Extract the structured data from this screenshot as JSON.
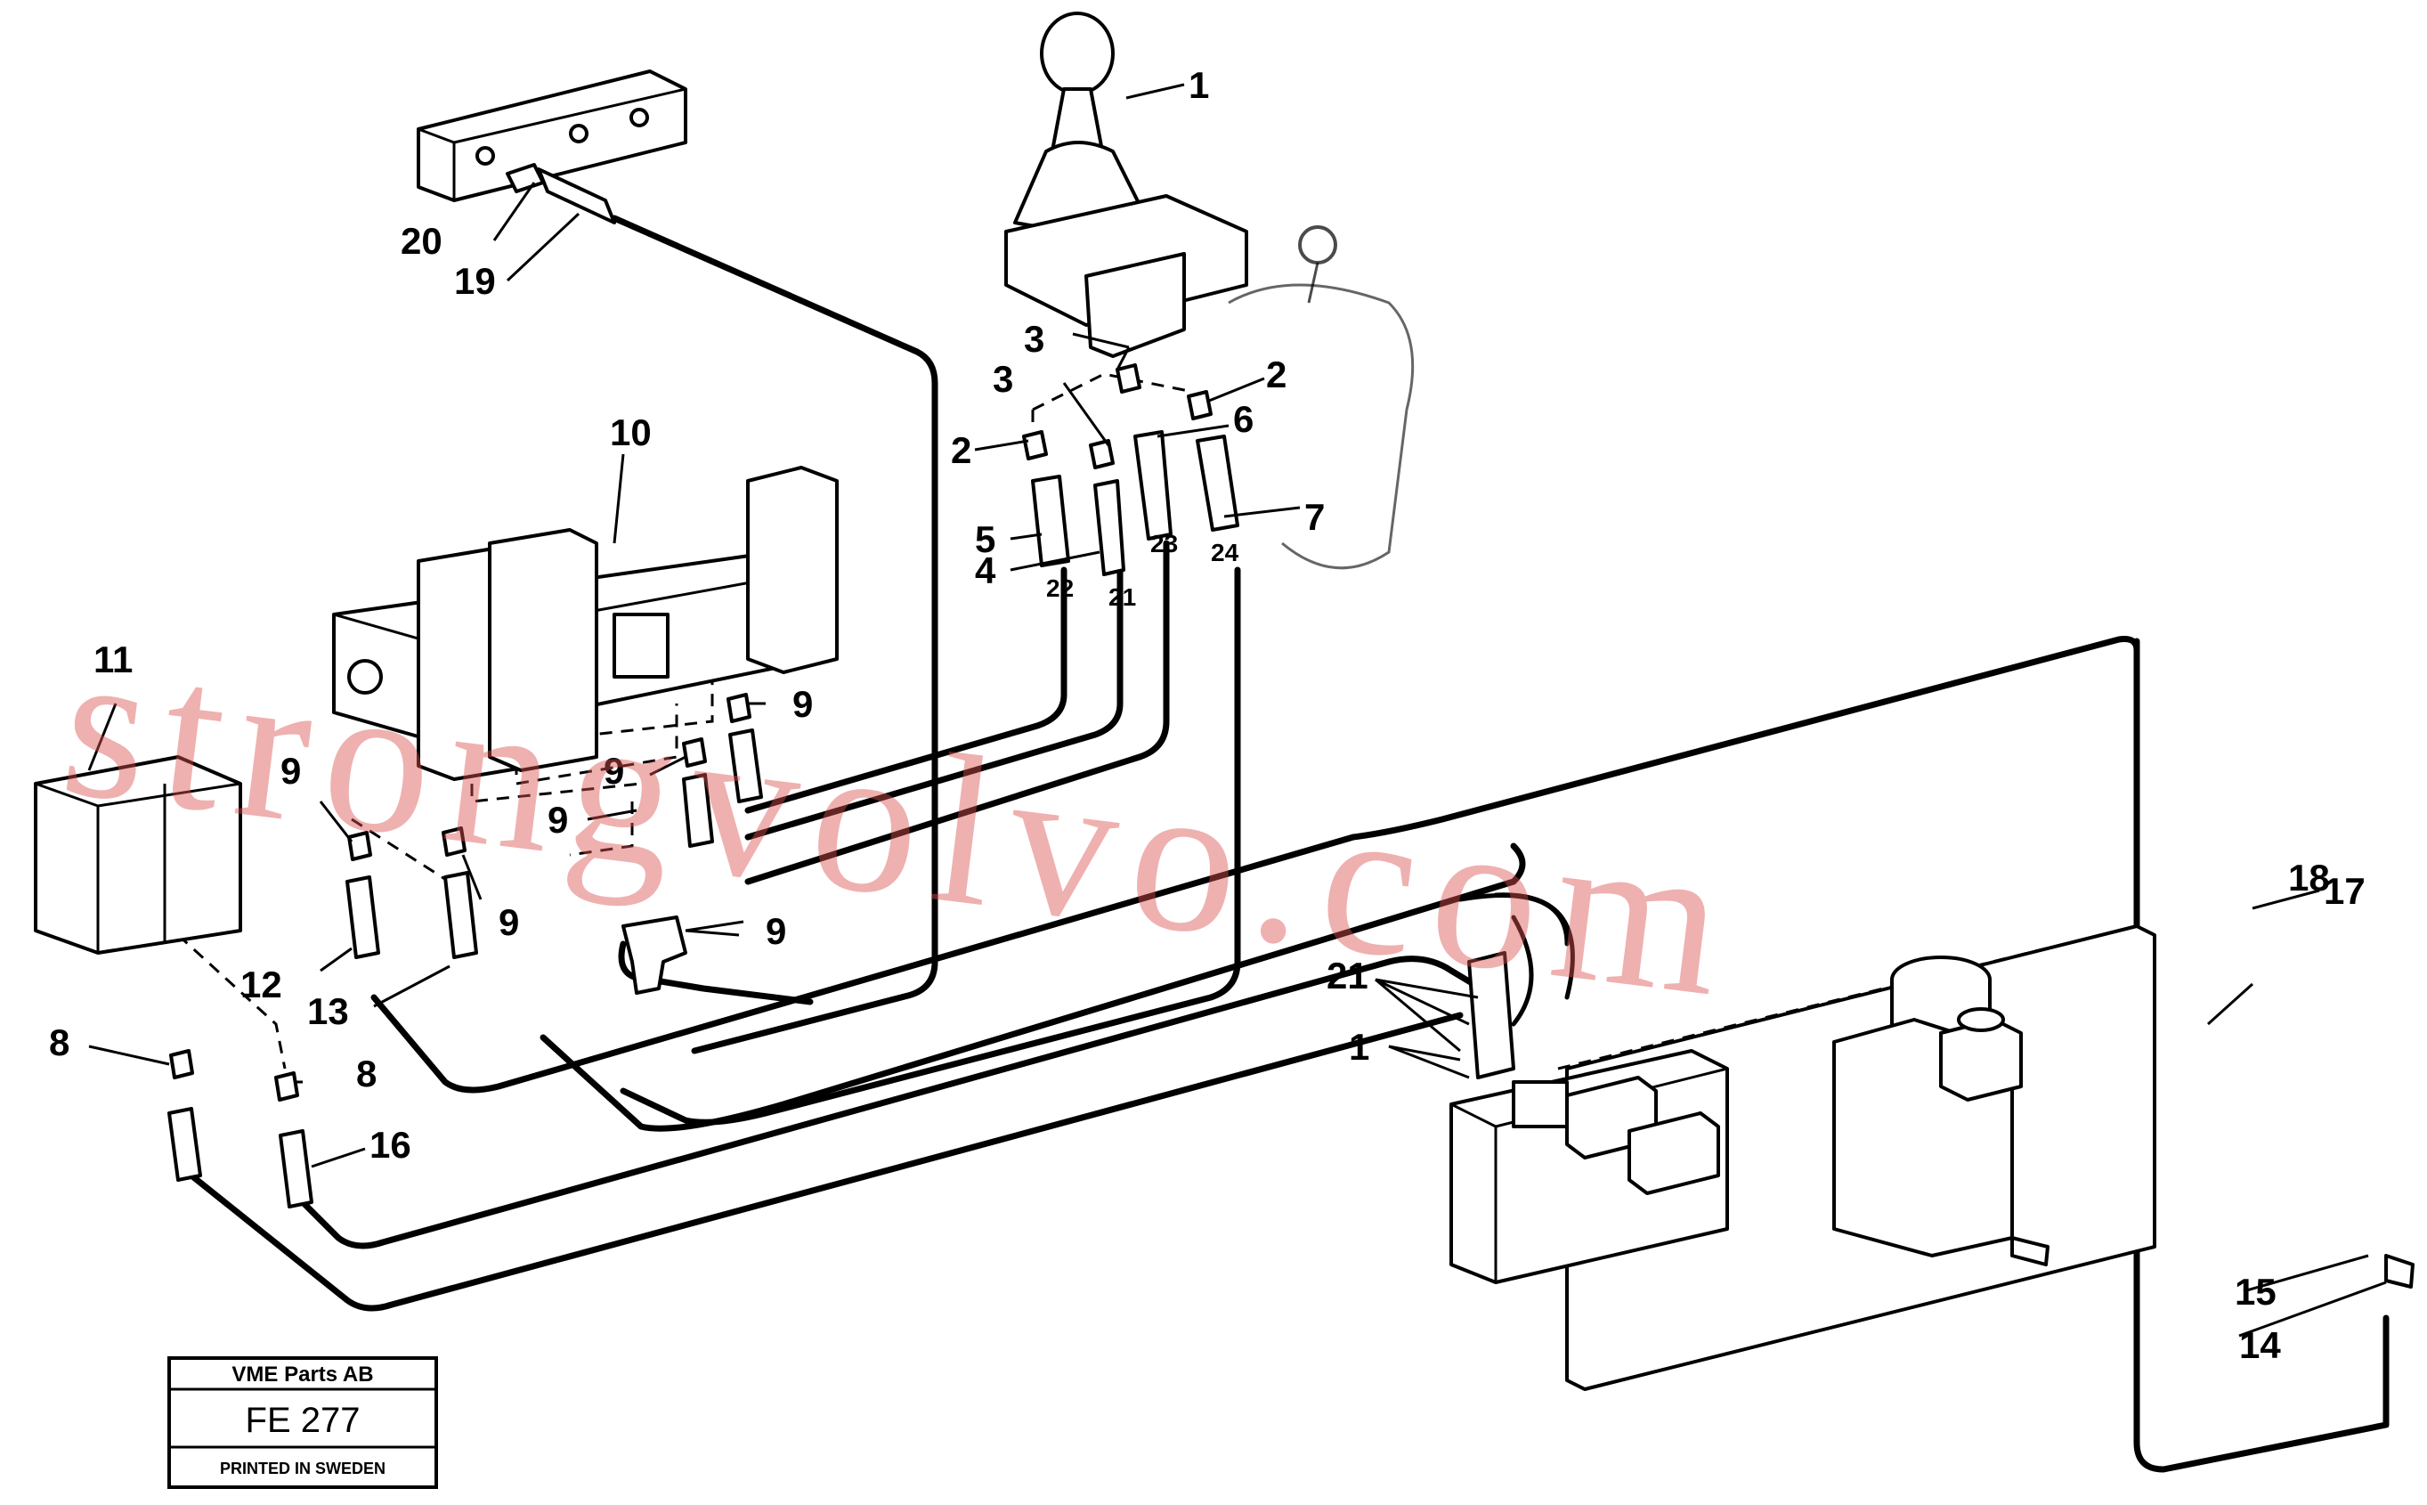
{
  "callouts": {
    "c1": "1",
    "c2a": "2",
    "c2b": "2",
    "c3a": "3",
    "c3b": "3",
    "c4": "4",
    "c5": "5",
    "c6": "6",
    "c7": "7",
    "c8a": "8",
    "c8b": "8",
    "c9a": "9",
    "c9b": "9",
    "c9c": "9",
    "c9d": "9",
    "c9e": "9",
    "c9f": "9",
    "c10": "10",
    "c11": "11",
    "c12": "12",
    "c13": "13",
    "c14": "14",
    "c15": "15",
    "c16": "16",
    "c17": "17",
    "c18": "18",
    "c19": "19",
    "c20": "20",
    "c21": "21",
    "c1b": "1"
  },
  "hose_tags": {
    "t21": "21",
    "t22": "22",
    "t23": "23",
    "t24": "24"
  },
  "title_block": {
    "company": "VME Parts AB",
    "figure": "FE 277",
    "printed": "PRINTED IN SWEDEN"
  },
  "watermark": "strongvolvo.com",
  "colors": {
    "line": "#000000",
    "watermark": "#d9534f",
    "background": "#ffffff"
  }
}
